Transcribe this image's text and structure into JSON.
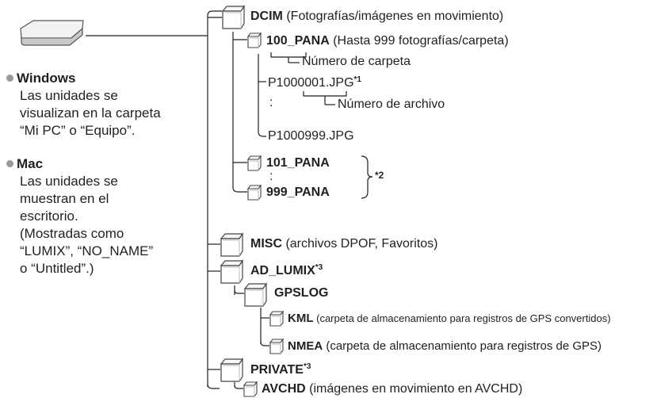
{
  "left": {
    "drive_icon": "drive-icon",
    "windows": {
      "title": "Windows",
      "lines": [
        "Las unidades se",
        "visualizan en la carpeta",
        "“Mi PC” o “Equipo”."
      ]
    },
    "mac": {
      "title": "Mac",
      "lines": [
        "Las unidades se",
        "muestran en el",
        "escritorio.",
        "(Mostradas como",
        "“LUMIX”, “NO_NAME”",
        "o “Untitled”.)"
      ]
    }
  },
  "tree": {
    "dcim": {
      "name": "DCIM",
      "desc": " (Fotografías/imágenes en movimiento)"
    },
    "pana100": {
      "name": "100_PANA",
      "desc": " (Hasta 999 fotografías/carpeta)"
    },
    "folder_number_label": "Número de carpeta",
    "file_first": "P1000001.JPG",
    "file_first_note": "*1",
    "colon": ":",
    "file_number_label": "Número de archivo",
    "file_last": "P1000999.JPG",
    "pana101": "101_PANA",
    "pana999": "999_PANA",
    "note2": "*2",
    "misc": {
      "name": "MISC",
      "desc": " (archivos DPOF, Favoritos)"
    },
    "ad_lumix": {
      "name": "AD_LUMIX",
      "note": "*3"
    },
    "gpslog": "GPSLOG",
    "kml": {
      "name": "KML",
      "desc": " (carpeta de almacenamiento para registros de GPS convertidos)"
    },
    "nmea": {
      "name": "NMEA",
      "desc": " (carpeta de almacenamiento para registros de GPS)"
    },
    "private": {
      "name": "PRIVATE",
      "note": "*3"
    },
    "avchd": {
      "name": "AVCHD",
      "desc": " (imágenes en movimiento en AVCHD)"
    }
  }
}
